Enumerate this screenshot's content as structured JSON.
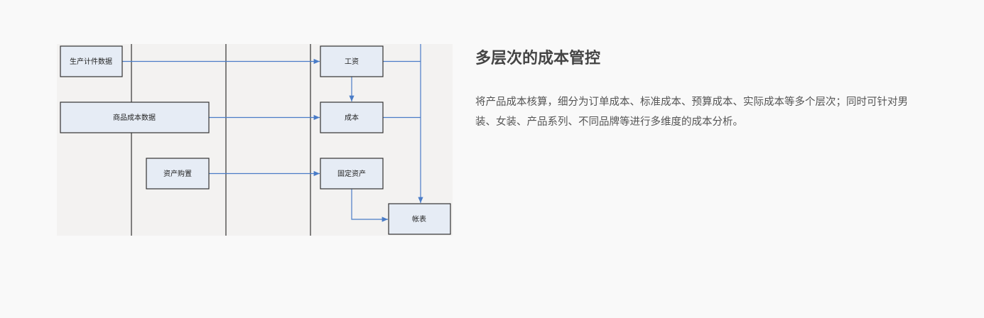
{
  "diagram": {
    "boxes": {
      "production_piece_data": "生产计件数据",
      "product_cost_data": "商品成本数据",
      "asset_purchase": "资产购置",
      "wages": "工资",
      "cost": "成本",
      "fixed_assets": "固定资产",
      "ledger": "帐表"
    },
    "colors": {
      "box_fill": "#e6ecf5",
      "arrow": "#4a7cc7",
      "lane": "#333333"
    }
  },
  "section": {
    "title": "多层次的成本管控",
    "description": "将产品成本核算，细分为订单成本、标准成本、预算成本、实际成本等多个层次；同时可针对男装、女装、产品系列、不同品牌等进行多维度的成本分析。"
  }
}
